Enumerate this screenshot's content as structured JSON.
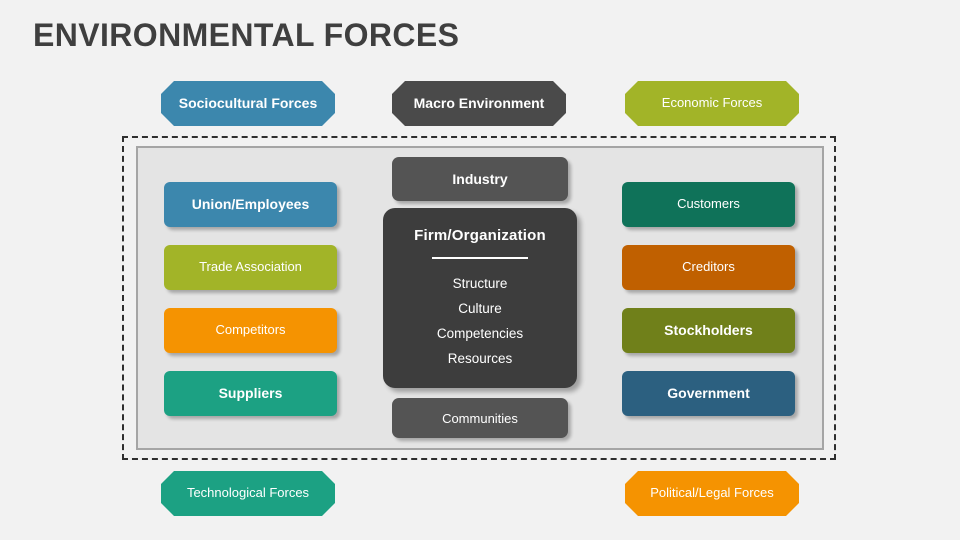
{
  "title": "ENVIRONMENTAL FORCES",
  "macro_forces": [
    {
      "id": "sociocultural",
      "label": "Sociocultural Forces",
      "color": "#3c87ad"
    },
    {
      "id": "macro",
      "label": "Macro Environment",
      "color": "#4a4a4a"
    },
    {
      "id": "economic",
      "label": "Economic Forces",
      "color": "#a2b428"
    },
    {
      "id": "technological",
      "label": "Technological Forces",
      "color": "#1ca183"
    },
    {
      "id": "political",
      "label": "Political/Legal Forces",
      "color": "#f59301"
    }
  ],
  "left_column": [
    {
      "label": "Union/Employees",
      "color": "#3c87ad"
    },
    {
      "label": "Trade Association",
      "color": "#a2b428"
    },
    {
      "label": "Competitors",
      "color": "#f59301"
    },
    {
      "label": "Suppliers",
      "color": "#1ca183"
    }
  ],
  "right_column": [
    {
      "label": "Customers",
      "color": "#0f7259"
    },
    {
      "label": "Creditors",
      "color": "#c06000"
    },
    {
      "label": "Stockholders",
      "color": "#70801a"
    },
    {
      "label": "Government",
      "color": "#2c6080"
    }
  ],
  "center": {
    "industry": "Industry",
    "communities": "Communities",
    "firm": {
      "title": "Firm/Organization",
      "attributes": [
        "Structure",
        "Culture",
        "Competencies",
        "Resources"
      ]
    }
  },
  "colors": {
    "background": "#f2f2f2",
    "task_panel": "#e4e4e4",
    "task_panel_border": "#a5a5a5",
    "dashed_boundary": "#2f2f2f",
    "title_text": "#3f3f3f",
    "dark_box": "#545454",
    "firm_box": "#3d3d3d"
  }
}
